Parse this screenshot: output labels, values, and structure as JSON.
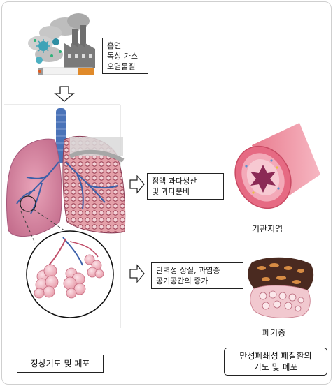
{
  "exposure": {
    "lines": [
      "흡연",
      "독성 가스",
      "오염물질"
    ]
  },
  "effects": {
    "mucus": [
      "점액  과다생산",
      "및 과다분비"
    ],
    "elasticity": [
      "탄력성 상실, 과염증",
      "공기공간의 증가"
    ]
  },
  "labels": {
    "bronchitis": "기관지염",
    "emphysema": "폐기종",
    "normal": "정상기도 및 폐포",
    "copd": [
      "만성폐쇄성 폐질환의",
      "기도 및 폐포"
    ]
  }
}
